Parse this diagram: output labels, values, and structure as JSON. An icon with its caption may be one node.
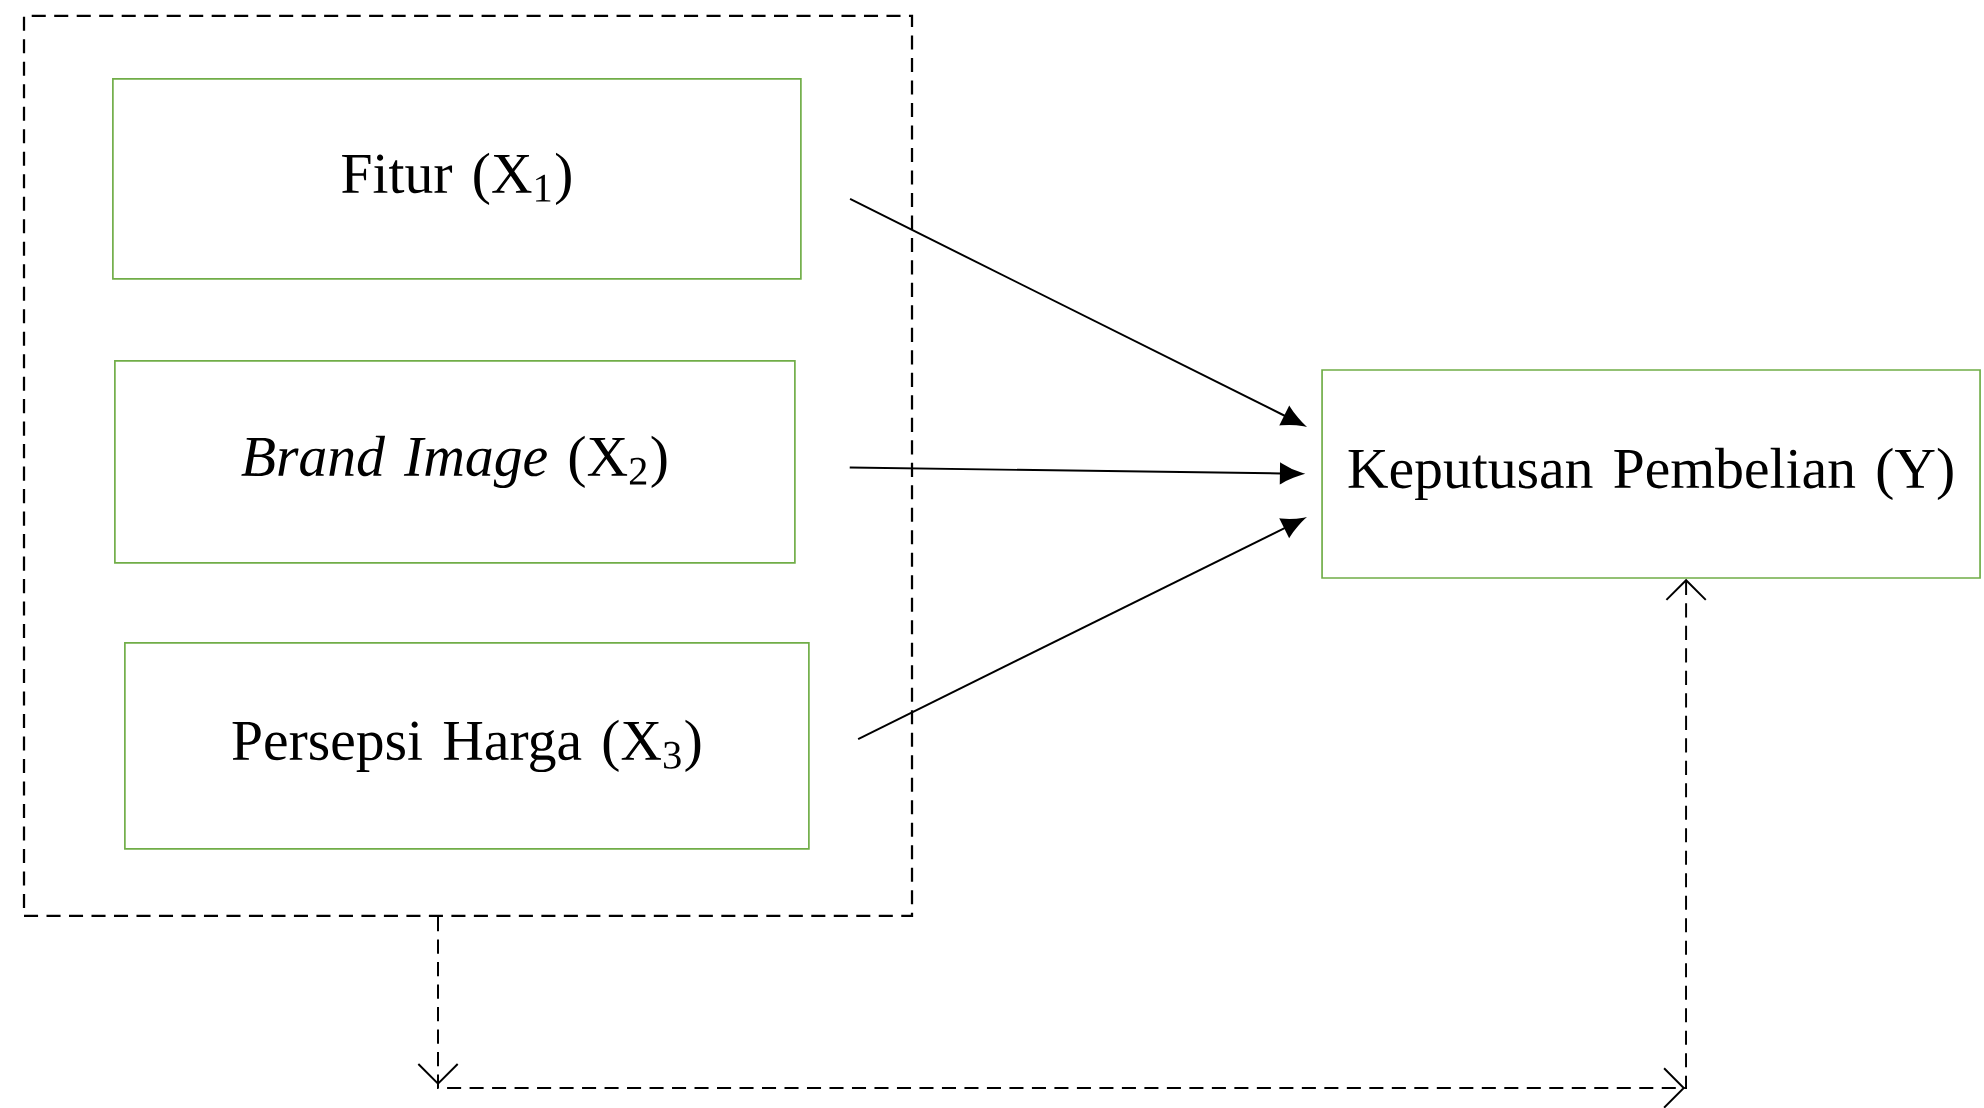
{
  "diagram": {
    "nodes": [
      {
        "text": [],
        "shape": "box"
      },
      {
        "text": [
          "Fitur (X$_{1}$)"
        ],
        "in": 0
      },
      {
        "text": [
          "*Brand Image* (X$_{2}$)"
        ],
        "in": 0
      },
      {
        "text": [
          "Persepsi Harga (X$_{3}$)"
        ],
        "in": 0
      },
      {
        "text": [
          "Keputusan Pembelian (Y)"
        ]
      }
    ],
    "edges": [
      {
        "from": 1,
        "to": 4,
        "arrow": "to"
      },
      {
        "from": 2,
        "to": 4,
        "arrow": "to"
      },
      {
        "from": 3,
        "to": 4,
        "arrow": "to"
      },
      {
        "from": 0,
        "to": 4,
        "arrow": "to",
        "style": "dashed"
      }
    ]
  }
}
